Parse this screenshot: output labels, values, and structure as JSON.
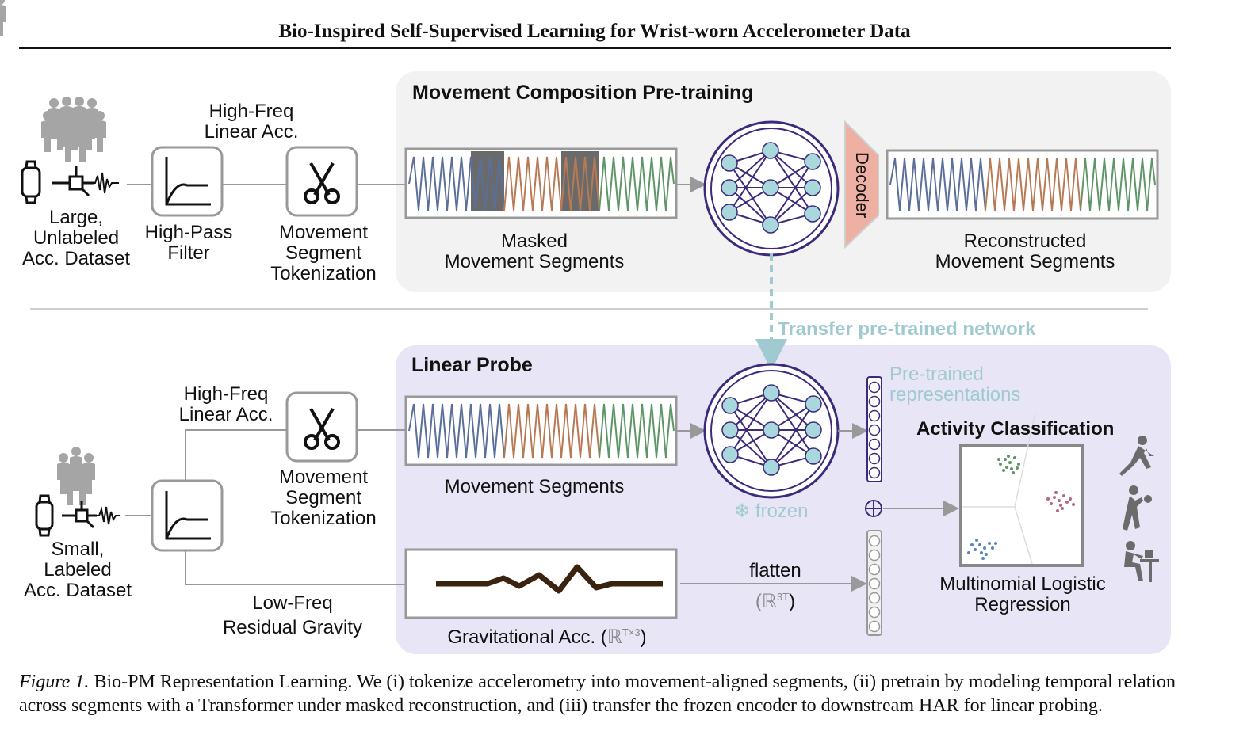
{
  "title": "Bio-Inspired Self-Supervised Learning for Wrist-worn Accelerometer Data",
  "top": {
    "input_high_freq": "High-Freq\nLinear Acc.",
    "dataset_large": "Large,\nUnlabeled\nAcc. Dataset",
    "high_pass_filter": "High-Pass\nFilter",
    "tokenization": "Movement\nSegment\nTokenization",
    "panel_title": "Movement Composition Pre-training",
    "masked_segments": "Masked\nMovement Segments",
    "decoder": "Decoder",
    "reconstructed_segments": "Reconstructed\nMovement Segments"
  },
  "transfer_label": "Transfer pre-trained network",
  "bottom": {
    "input_high_freq": "High-Freq\nLinear Acc.",
    "tokenization": "Movement\nSegment\nTokenization",
    "dataset_small": "Small,\nLabeled\nAcc. Dataset",
    "low_freq": "Low-Freq\nResidual Gravity",
    "panel_title": "Linear Probe",
    "movement_segments": "Movement Segments",
    "frozen": "frozen",
    "pretrained_representations": "Pre-trained\nrepresentations",
    "activity_classification": "Activity Classification",
    "flatten": "flatten",
    "flatten_dim": "(ℝ",
    "flatten_sup": "3T",
    "flatten_close": ")",
    "grav_acc": "Gravitational Acc. (",
    "grav_sup": "ℝ",
    "grav_sup2": "T×3",
    "grav_close": ")",
    "regression": "Multinomial Logistic\nRegression"
  },
  "caption": {
    "figure_label": "Figure 1.",
    "text": "Bio-PM Representation Learning. We (i) tokenize accelerometry into movement-aligned segments, (ii) pretrain by modeling temporal relation across segments with a Transformer under masked reconstruction, and (iii) transfer the frozen encoder to downstream HAR for linear probing."
  },
  "colors": {
    "blue": "#5a6f9a",
    "orange": "#b87a55",
    "green": "#5f9668",
    "network": "#3e2a7a",
    "node": "#a8d8dc",
    "teal": "#9fcbd0",
    "decoder": "#eeb0a2",
    "gravity": "#3a2410"
  }
}
